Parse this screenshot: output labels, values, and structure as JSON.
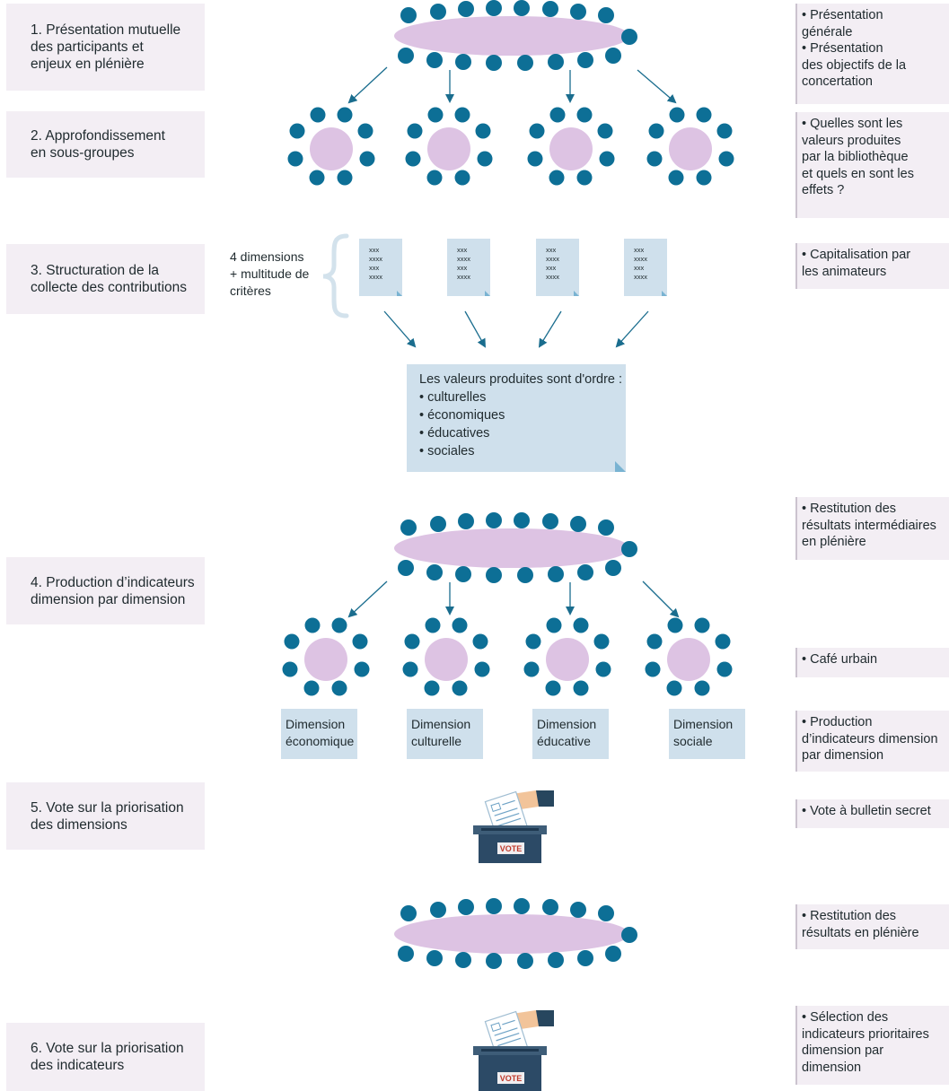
{
  "colors": {
    "seat": "#0d6f96",
    "table": "#ddc3e3",
    "step_bg": "#f3eef4",
    "box_bg": "#cfe0ec",
    "arrow": "#1a6d8e"
  },
  "steps": [
    {
      "lines": [
        "1. Présentation mutuelle",
        "des participants et",
        "enjeux en plénière"
      ]
    },
    {
      "lines": [
        "2. Approfondissement",
        "en sous-groupes"
      ]
    },
    {
      "lines": [
        "3. Structuration de la",
        "collecte des contributions"
      ]
    },
    {
      "lines": [
        "4. Production d’indicateurs",
        "dimension par dimension"
      ]
    },
    {
      "lines": [
        "5. Vote sur la priorisation",
        "des dimensions"
      ]
    },
    {
      "lines": [
        "6. Vote sur la priorisation",
        "des indicateurs"
      ]
    }
  ],
  "notes": [
    {
      "lines": [
        "• Présentation",
        "générale",
        "• Présentation",
        "des objectifs de la",
        "concertation"
      ]
    },
    {
      "lines": [
        "• Quelles sont les",
        "valeurs produites",
        "par la bibliothèque",
        "et quels en sont les",
        "effets ?"
      ]
    },
    {
      "lines": [
        "• Capitalisation par",
        "les animateurs"
      ]
    },
    {
      "lines": [
        "• Restitution des",
        "résultats intermédiaires",
        "en plénière"
      ]
    },
    {
      "lines": [
        "• Café urbain"
      ]
    },
    {
      "lines": [
        "• Production",
        "d’indicateurs dimension",
        "par dimension"
      ]
    },
    {
      "lines": [
        "• Vote à bulletin secret"
      ]
    },
    {
      "lines": [
        "• Restitution des",
        "résultats en plénière"
      ]
    },
    {
      "lines": [
        "• Sélection des",
        "indicateurs prioritaires",
        "dimension par",
        "dimension"
      ]
    }
  ],
  "dimensions_note": {
    "lines": [
      "4 dimensions",
      "+ multitude de",
      "critères"
    ]
  },
  "docs": [
    {
      "lines": [
        "xxx",
        "xxxx",
        "xxx",
        "xxxx"
      ]
    },
    {
      "lines": [
        "xxx",
        "xxxx",
        "xxx",
        "xxxx"
      ]
    },
    {
      "lines": [
        "xxx",
        "xxxx",
        "xxx",
        "xxxx"
      ]
    },
    {
      "lines": [
        "xxx",
        "xxxx",
        "xxx",
        "xxxx"
      ]
    }
  ],
  "values_box": {
    "lines": [
      "Les valeurs produites sont d'ordre :",
      "• culturelles",
      "• économiques",
      "• éducatives",
      "• sociales"
    ]
  },
  "dimension_boxes": [
    {
      "lines": [
        "Dimension",
        "économique"
      ]
    },
    {
      "lines": [
        "Dimension",
        "culturelle"
      ]
    },
    {
      "lines": [
        "Dimension",
        "éducative"
      ]
    },
    {
      "lines": [
        "Dimension",
        "sociale"
      ]
    }
  ],
  "ballot_label": "VOTE"
}
